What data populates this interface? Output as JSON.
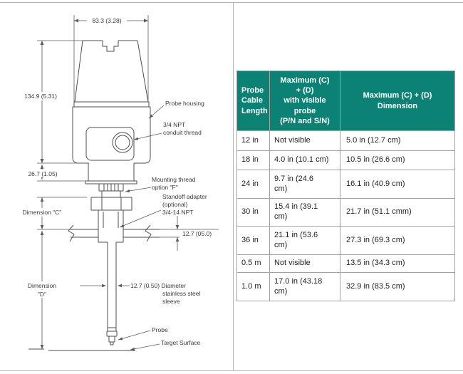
{
  "page": {
    "background": "#ffffff",
    "rule_color": "#b3b3b3"
  },
  "diagram": {
    "dims": {
      "housing_width": "83.3 (3.28)",
      "housing_height": "134.9 (5.31)",
      "thread_length": "26.7 (1.05)",
      "dim_c": "Dimension \"C\"",
      "dim_d_line1": "Dimension",
      "dim_d_line2": "\"D\"",
      "plate_thickness": "12.7 (05.0)",
      "sleeve_dia_line1": "12.7 (0.50) Diameter",
      "sleeve_dia_line2": "stainless steel",
      "sleeve_dia_line3": "sleeve"
    },
    "labels": {
      "probe_housing": "Probe housing",
      "conduit_line1": "3/4 NPT",
      "conduit_line2": "conduit thread",
      "mounting_line1": "Mounting thread",
      "mounting_line2": "option \"F\"",
      "standoff_line1": "Standoff adapter",
      "standoff_line2": "(optional)",
      "standoff_line3": "3/4-14 NPT",
      "probe": "Probe",
      "target_surface": "Target Surface"
    }
  },
  "table": {
    "accent_color": "#0b8273",
    "border_color": "#a3a3a3",
    "headers": {
      "col1": "Probe Cable Length",
      "col2": "Maximum (C)\n+ (D)\nwith visible\nprobe\n(P/N and S/N)",
      "col3": "Maximum (C) + (D)\nDimension"
    },
    "rows": [
      {
        "length": "12 in",
        "visible": "Not visible",
        "max": "5.0 in (12.7 cm)"
      },
      {
        "length": "18 in",
        "visible": "4.0 in (10.1 cm)",
        "max": "10.5 in (26.6 cm)"
      },
      {
        "length": "24 in",
        "visible": "9.7 in (24.6\ncm)",
        "max": "16.1 in (40.9 cm)"
      },
      {
        "length": "30 in",
        "visible": "15.4 in (39.1\ncm)",
        "max": "21.7 in (51.1 cmm)"
      },
      {
        "length": "36 in",
        "visible": "21.1 in (53.6\ncm)",
        "max": "27.3 in (69.3 cm)"
      },
      {
        "length": "0.5 m",
        "visible": "Not visible",
        "max": "13.5 in (34.3 cm)"
      },
      {
        "length": "1.0 m",
        "visible": "17.0 in (43.18\ncm)",
        "max": "32.9 in (83.5 cm)"
      }
    ]
  }
}
